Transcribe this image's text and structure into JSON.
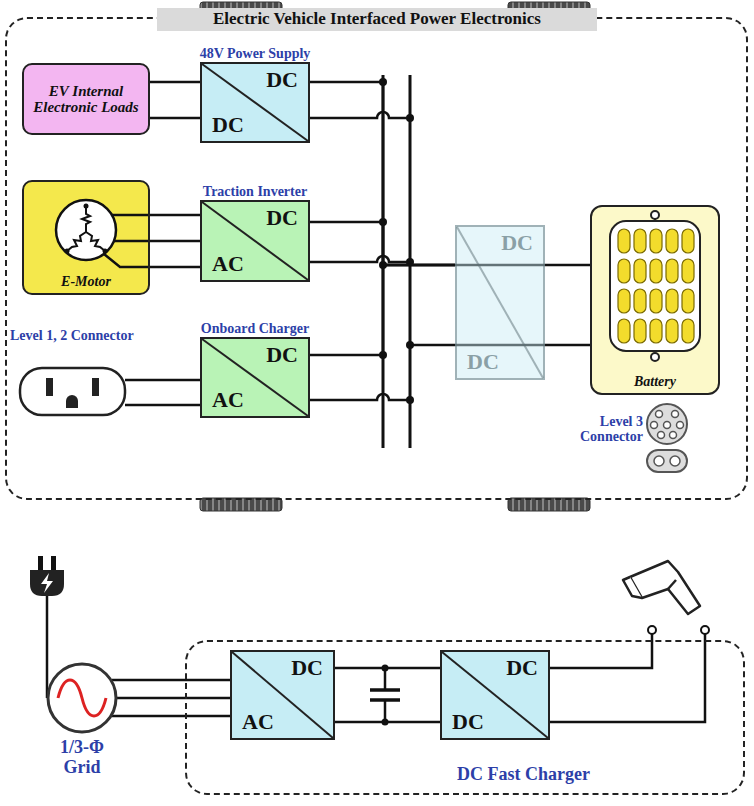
{
  "diagram": {
    "nodes": [
      {
        "text": [
          "Electric Vehicle Interfaced Power Electronics"
        ]
      },
      {
        "text": [
          "EV Internal Electronic Loads"
        ],
        "in": 0
      },
      {
        "text": [
          "48V Power Supply",
          "DC",
          "DC"
        ],
        "in": 0
      },
      {
        "text": [
          "E-Motor"
        ],
        "in": 0
      },
      {
        "text": [
          "Traction Inverter",
          "DC",
          "AC"
        ],
        "in": 0
      },
      {
        "text": [
          "Level 1, 2 Connector"
        ],
        "in": 0
      },
      {
        "text": [
          "Onboard Charger",
          "DC",
          "AC"
        ],
        "in": 0
      },
      {
        "text": [
          "DC",
          "DC"
        ],
        "in": 0
      },
      {
        "text": [
          "Battery"
        ],
        "in": 0
      },
      {
        "text": [
          "Level 3 Connector"
        ],
        "in": 0
      },
      {
        "text": [
          "1/3-Φ Grid"
        ]
      },
      {
        "text": [
          "DC Fast Charger"
        ]
      },
      {
        "text": [
          "DC",
          "AC"
        ],
        "in": 11
      },
      {
        "text": [
          "DC",
          "DC"
        ],
        "in": 11
      }
    ],
    "edges": [
      {
        "from": 1,
        "to": 2,
        "arrow": "none"
      },
      {
        "from": 3,
        "to": 4,
        "arrow": "none"
      },
      {
        "from": 5,
        "to": 6,
        "arrow": "none"
      },
      {
        "from": 2,
        "to": 7,
        "arrow": "none"
      },
      {
        "from": 4,
        "to": 7,
        "arrow": "none"
      },
      {
        "from": 6,
        "to": 7,
        "arrow": "none"
      },
      {
        "from": 7,
        "to": 8,
        "arrow": "none"
      },
      {
        "from": 10,
        "to": 12,
        "arrow": "none"
      },
      {
        "from": 12,
        "to": 13,
        "arrow": "none"
      }
    ]
  }
}
